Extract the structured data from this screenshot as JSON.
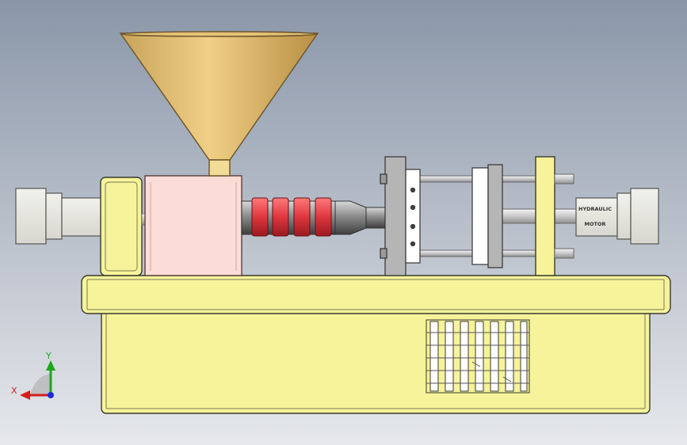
{
  "labels": {
    "motor_line1": "HYDRAULIC",
    "motor_line2": "MOTOR"
  },
  "triad": {
    "x_label": "X",
    "y_label": "Y"
  },
  "colors": {
    "background_top": "#8a96a8",
    "background_bottom": "#e6e8ec",
    "hopper": "#d9b56a",
    "barrel_housing": "#fbdcd6",
    "heater_band": "#e0363e",
    "frame": "#f6f39a",
    "frame_edge": "#3a3a30",
    "axis_x": "#d81c1c",
    "axis_y": "#1ca81c",
    "axis_z": "#1c2cd8"
  }
}
